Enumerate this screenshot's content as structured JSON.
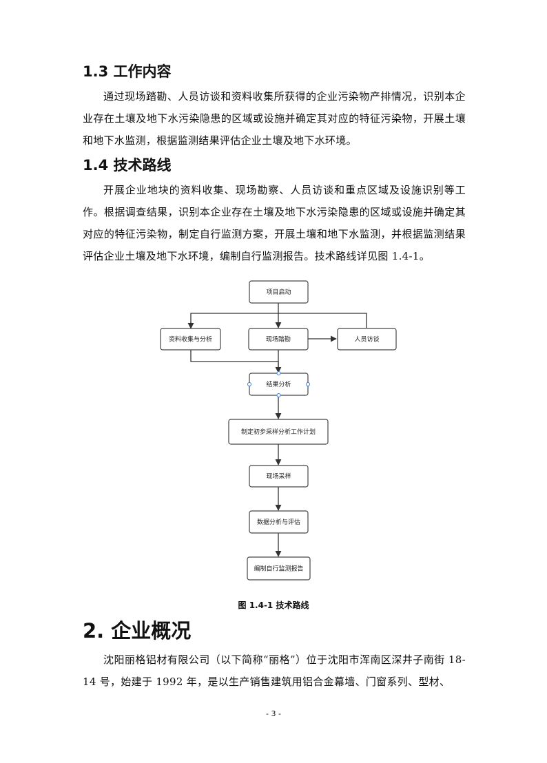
{
  "section_1_3": {
    "heading": "1.3 工作内容",
    "paragraph": "通过现场踏勘、人员访谈和资料收集所获得的企业污染物产排情况，识别本企业存在土壤及地下水污染隐患的区域或设施并确定其对应的特征污染物，开展土壤和地下水监测，根据监测结果评估企业土壤及地下水环境。"
  },
  "section_1_4": {
    "heading": "1.4 技术路线",
    "paragraph": "开展企业地块的资料收集、现场勘察、人员访谈和重点区域及设施识别等工作。根据调查结果，识别本企业存在土壤及地下水污染隐患的区域或设施并确定其对应的特征污染物，制定自行监测方案，开展土壤和地下水监测，并根据监测结果评估企业土壤及地下水环境，编制自行监测报告。技术路线详见图 1.4-1。"
  },
  "flowchart": {
    "nodes": {
      "start": "项目启动",
      "collect": "资料收集与分析",
      "survey": "现场踏勘",
      "interview": "人员访谈",
      "analysis": "结果分析",
      "plan": "制定初步采样分析工作计划",
      "sampling": "现场采样",
      "data": "数据分析与评估",
      "report": "编制自行监测报告"
    },
    "caption": "图 1.4-1  技术路线"
  },
  "section_2": {
    "heading": "2. 企业概况",
    "paragraph": "沈阳丽格铝材有限公司（以下简称“丽格”）位于沈阳市浑南区深井子南街 18-14 号，始建于 1992 年，是以生产销售建筑用铝合金幕墙、门窗系列、型材、"
  },
  "page_number": "- 3 -"
}
